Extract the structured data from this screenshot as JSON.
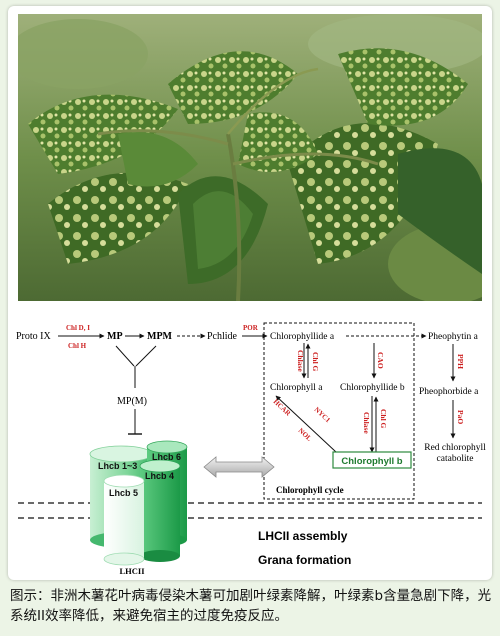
{
  "photo": {
    "alt": "Cassava leaves with mosaic disease symptoms"
  },
  "pathway": {
    "proto_ix": "Proto IX",
    "chl_d_i": "Chl D, I",
    "chl_h": "Chl H",
    "mp": "MP",
    "mpm": "MPM",
    "pchlide": "Pchlide",
    "por": "POR",
    "mpm_bracket": "MP(M)",
    "chlorophyllide_a": "Chlorophyllide a",
    "chlorophyllide_b": "Chlorophyllide b",
    "chlorophyll_a": "Chlorophyll a",
    "chlorophyll_b": "Chlorophyll b",
    "chlase_1": "Chlase",
    "chlg_1": "Chl G",
    "cao": "CAO",
    "chlg_2": "Chl G",
    "chlase_2": "Chlase",
    "hcar": "HCAR",
    "nol": "NOL",
    "nyc1": "NYC1",
    "pheophytin_a": "Pheophytin a",
    "pph": "PPH",
    "pheophorbide_a": "Pheophorbide a",
    "pao": "PaO",
    "rcc_line1": "Red chlorophyll",
    "rcc_line2": "catabolite",
    "cycle_label": "Chlorophyll cycle"
  },
  "lhcii": {
    "lhcb13": "Lhcb 1~3",
    "lhcb6": "Lhcb 6",
    "lhcb4": "Lhcb 4",
    "lhcb5": "Lhcb 5",
    "label": "LHCII",
    "assembly": "LHCII assembly",
    "grana": "Grana formation"
  },
  "caption": "图示：非洲木薯花叶病毒侵染木薯可加剧叶绿素降解，叶绿素b含量急剧下降，光系统II效率降低，来避免宿主的过度免疫反应。",
  "colors": {
    "enzyme_red": "#cc1f1f",
    "cylinder_green": "#2db25c",
    "light_green": "#8fd9a4"
  }
}
